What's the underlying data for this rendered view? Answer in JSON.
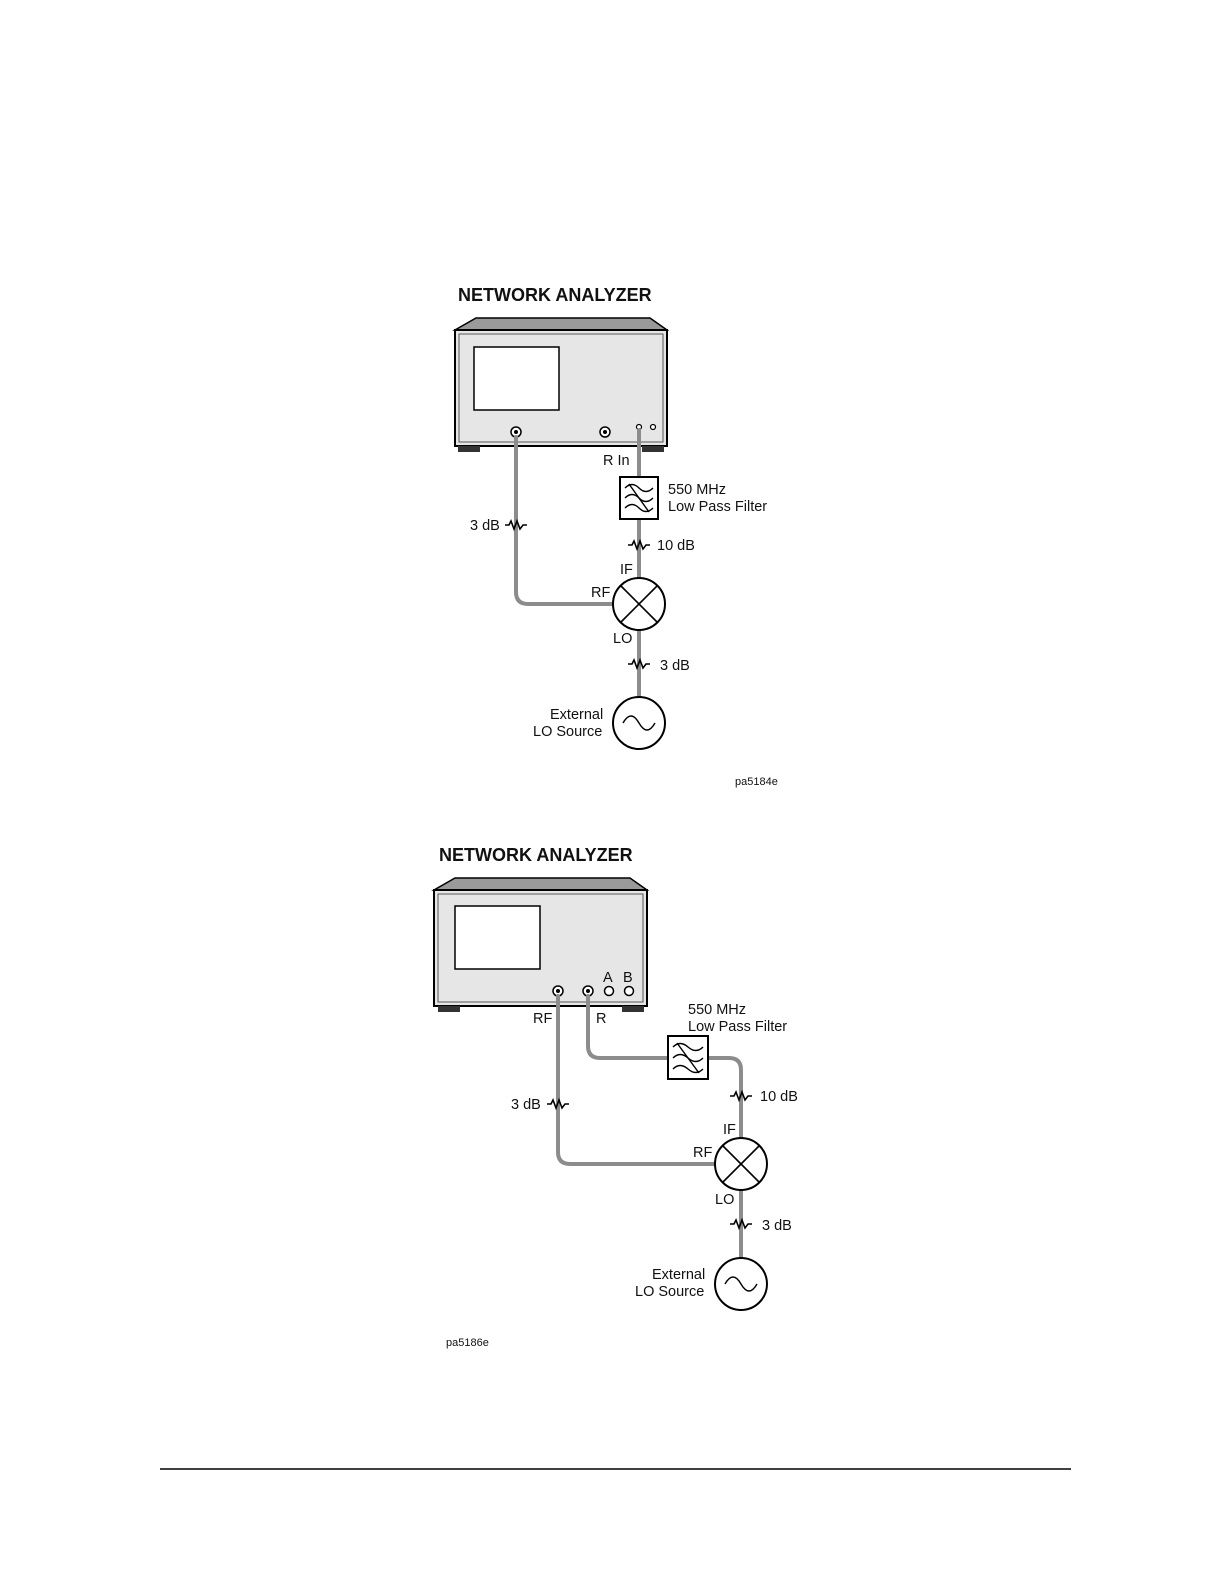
{
  "diagrams": [
    {
      "title": "NETWORK ANALYZER",
      "port_label": "R In",
      "filter_label_1": "550 MHz",
      "filter_label_2": "Low Pass Filter",
      "attenuator_rf": "3 dB",
      "attenuator_if": "10 dB",
      "attenuator_lo": "3 dB",
      "mixer_if": "IF",
      "mixer_rf": "RF",
      "mixer_lo": "LO",
      "source_label_1": "External",
      "source_label_2": "LO Source",
      "figure_code": "pa5184e"
    },
    {
      "title": "NETWORK ANALYZER",
      "port_rf": "RF",
      "port_r": "R",
      "port_a": "A",
      "port_b": "B",
      "filter_label_1": "550 MHz",
      "filter_label_2": "Low Pass Filter",
      "attenuator_rf": "3 dB",
      "attenuator_if": "10 dB",
      "attenuator_lo": "3 dB",
      "mixer_if": "IF",
      "mixer_rf": "RF",
      "mixer_lo": "LO",
      "source_label_1": "External",
      "source_label_2": "LO Source",
      "figure_code": "pa5186e"
    }
  ]
}
